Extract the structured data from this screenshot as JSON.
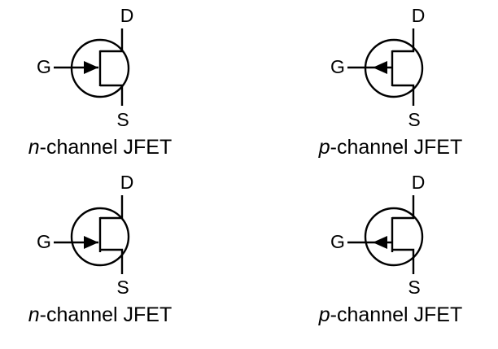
{
  "colors": {
    "background": "#ffffff",
    "line": "#000000",
    "text": "#000000"
  },
  "symbols": [
    {
      "position": "top-left",
      "channel": "n-channel",
      "gate_style": "centered-gate",
      "arrow_direction": "right",
      "drain_label": "D",
      "gate_label": "G",
      "source_label": "S",
      "caption_italic": "n",
      "caption_rest": "-channel JFET"
    },
    {
      "position": "top-right",
      "channel": "p-channel",
      "gate_style": "centered-gate",
      "arrow_direction": "left",
      "drain_label": "D",
      "gate_label": "G",
      "source_label": "S",
      "caption_italic": "p",
      "caption_rest": "-channel JFET"
    },
    {
      "position": "bottom-left",
      "channel": "n-channel",
      "gate_style": "offset-gate",
      "arrow_direction": "right",
      "drain_label": "D",
      "gate_label": "G",
      "source_label": "S",
      "caption_italic": "n",
      "caption_rest": "-channel JFET"
    },
    {
      "position": "bottom-right",
      "channel": "p-channel",
      "gate_style": "offset-gate",
      "arrow_direction": "left",
      "drain_label": "D",
      "gate_label": "G",
      "source_label": "S",
      "caption_italic": "p",
      "caption_rest": "-channel JFET"
    }
  ]
}
